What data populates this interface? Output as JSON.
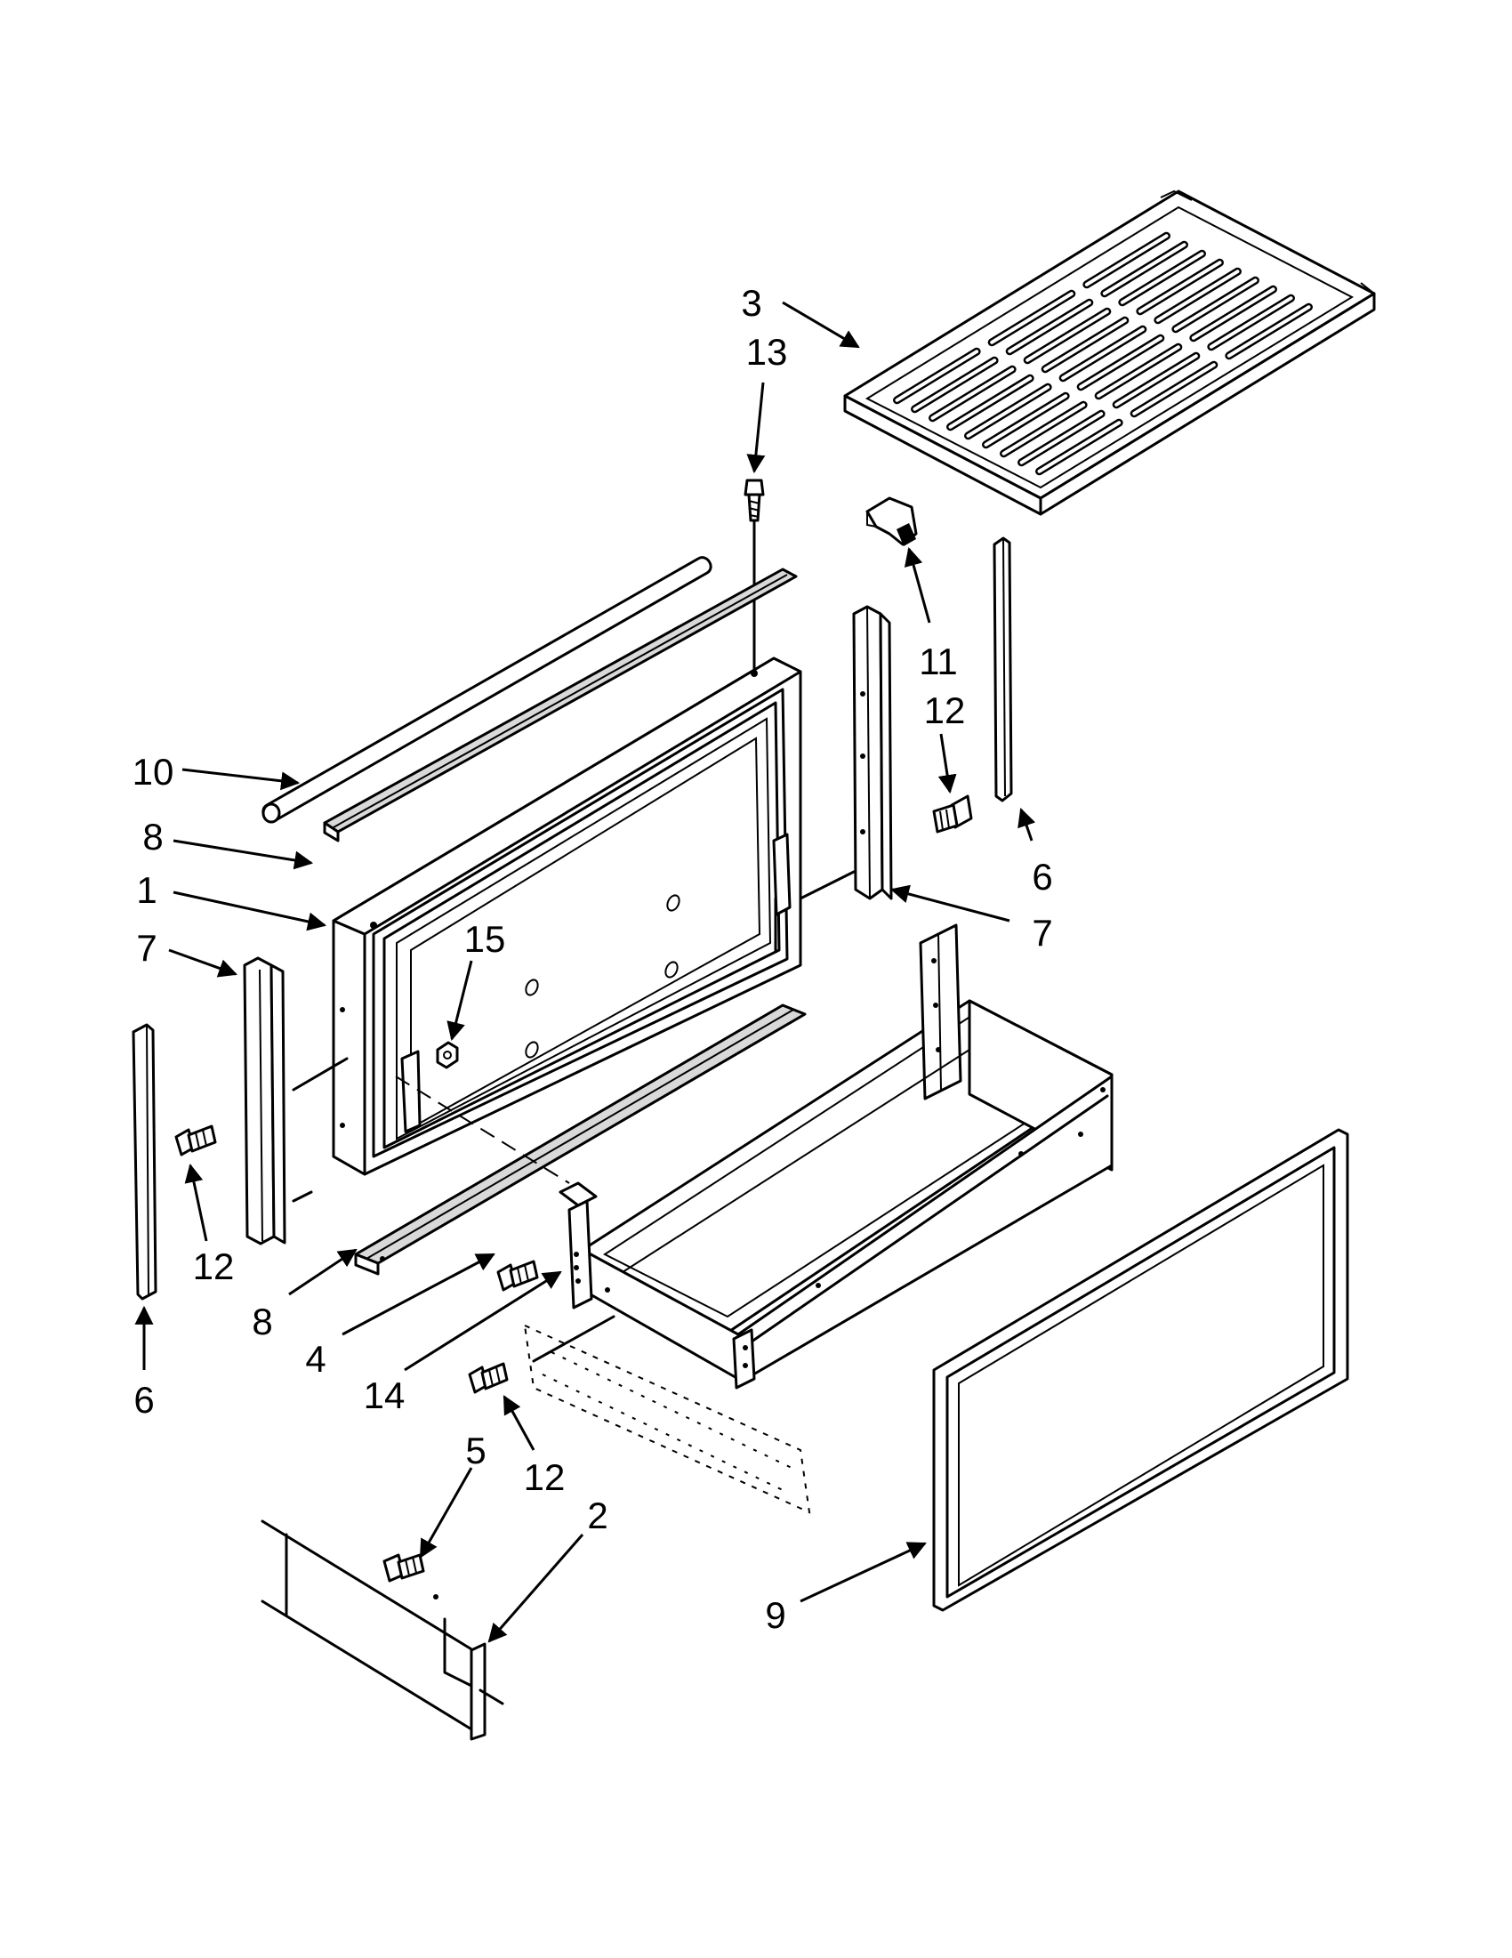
{
  "callouts": [
    {
      "id": "c1",
      "label": "1"
    },
    {
      "id": "c2",
      "label": "2"
    },
    {
      "id": "c3",
      "label": "3"
    },
    {
      "id": "c4",
      "label": "4"
    },
    {
      "id": "c5",
      "label": "5"
    },
    {
      "id": "c6a",
      "label": "6"
    },
    {
      "id": "c6b",
      "label": "6"
    },
    {
      "id": "c7a",
      "label": "7"
    },
    {
      "id": "c7b",
      "label": "7"
    },
    {
      "id": "c8a",
      "label": "8"
    },
    {
      "id": "c8b",
      "label": "8"
    },
    {
      "id": "c9",
      "label": "9"
    },
    {
      "id": "c10",
      "label": "10"
    },
    {
      "id": "c11",
      "label": "11"
    },
    {
      "id": "c12a",
      "label": "12"
    },
    {
      "id": "c12b",
      "label": "12"
    },
    {
      "id": "c12c",
      "label": "12"
    },
    {
      "id": "c13",
      "label": "13"
    },
    {
      "id": "c14",
      "label": "14"
    },
    {
      "id": "c15",
      "label": "15"
    }
  ]
}
